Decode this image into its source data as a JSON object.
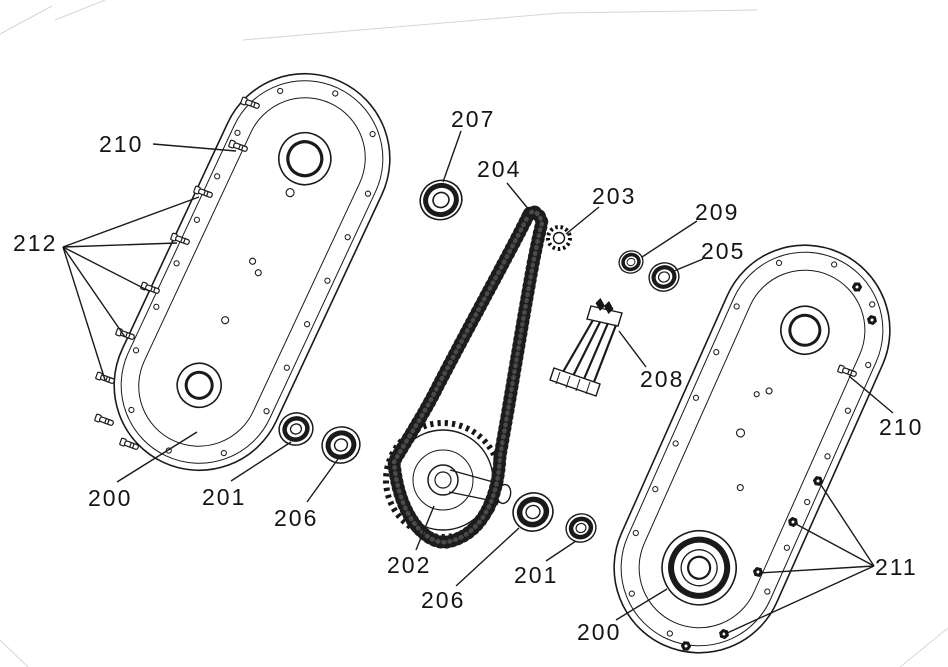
{
  "figure": {
    "type": "exploded-parts-diagram",
    "background": "#ffffff",
    "ink": "#1a1a1a",
    "callouts": [
      {
        "part": "210",
        "target": "shoulder-bolts-upper-left"
      },
      {
        "part": "212",
        "target": "cover-screws-left"
      },
      {
        "part": "200",
        "target": "chaincase-cover-left"
      },
      {
        "part": "201",
        "target": "bearing-left-outer"
      },
      {
        "part": "206",
        "target": "bearing-left-inner"
      },
      {
        "part": "207",
        "target": "bearing-top-center"
      },
      {
        "part": "204",
        "target": "drive-chain"
      },
      {
        "part": "203",
        "target": "small-sprocket"
      },
      {
        "part": "209",
        "target": "seal-small-right"
      },
      {
        "part": "205",
        "target": "seal-large-right"
      },
      {
        "part": "208",
        "target": "chain-tensioner-bracket"
      },
      {
        "part": "202",
        "target": "large-sprocket"
      },
      {
        "part": "206",
        "target": "bearing-bottom-center"
      },
      {
        "part": "201",
        "target": "seal-bottom-center"
      },
      {
        "part": "200",
        "target": "chaincase-cover-right"
      },
      {
        "part": "210",
        "target": "shoulder-bolt-right"
      },
      {
        "part": "211",
        "target": "flange-nuts-right"
      }
    ]
  }
}
